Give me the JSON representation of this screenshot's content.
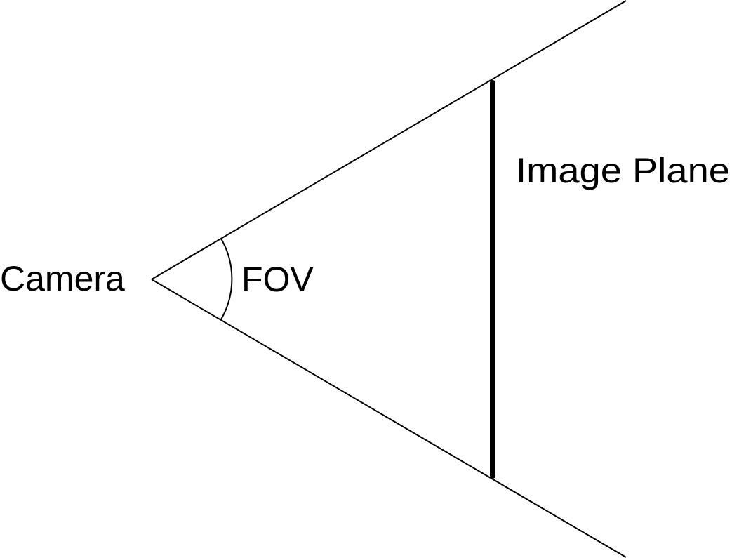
{
  "labels": {
    "camera": "Camera",
    "fov": "FOV",
    "image_plane": "Image Plane"
  },
  "colors": {
    "background": "#ffffff",
    "stroke": "#000000",
    "text": "#000000"
  }
}
